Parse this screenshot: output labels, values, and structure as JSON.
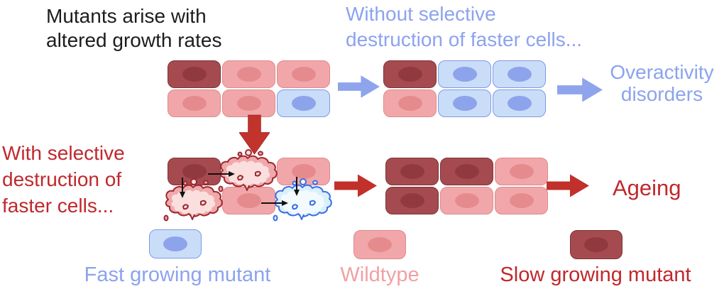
{
  "title": {
    "text": "Mutants arise with\naltered growth rates"
  },
  "branch_without": {
    "caption": "Without selective\ndestruction of faster cells...",
    "outcome": "Overactivity\ndisorders"
  },
  "branch_with": {
    "caption": "With selective\ndestruction of\nfaster cells...",
    "outcome": "Ageing"
  },
  "legend": {
    "items": [
      {
        "type": "fast",
        "label": "Fast growing mutant",
        "color": "#8ca3ee"
      },
      {
        "type": "wt",
        "label": "Wildtype",
        "color": "#f2a0a4"
      },
      {
        "type": "slow",
        "label": "Slow growing mutant",
        "color": "#c0282d"
      }
    ]
  },
  "colors": {
    "blue_accent": "#8ca3ee",
    "red_accent": "#c0282d",
    "black_text": "#1d1d1d",
    "wildtype_body": "#f1a7a9",
    "wildtype_nucleus": "#e68b8d",
    "slow_mutant_body": "#a54b4f",
    "slow_mutant_nucleus": "#903a40",
    "fast_mutant_body": "#c9ddf8",
    "fast_mutant_nucleus": "#8da3eb",
    "arrow_red": "#c2342b",
    "arrow_blue": "#8ea4ec"
  },
  "grids": {
    "initial": [
      [
        "slow",
        "wt",
        "wt"
      ],
      [
        "wt",
        "wt",
        "fast"
      ]
    ],
    "without_result": [
      [
        "slow",
        "fast",
        "fast"
      ],
      [
        "wt",
        "fast",
        "fast"
      ]
    ],
    "with_destruction": [
      [
        "slow",
        "wt-burst",
        "wt"
      ],
      [
        "wt-burst",
        "wt",
        "fast-burst"
      ]
    ],
    "with_result": [
      [
        "slow",
        "slow",
        "wt"
      ],
      [
        "slow",
        "wt",
        "wt"
      ]
    ]
  }
}
